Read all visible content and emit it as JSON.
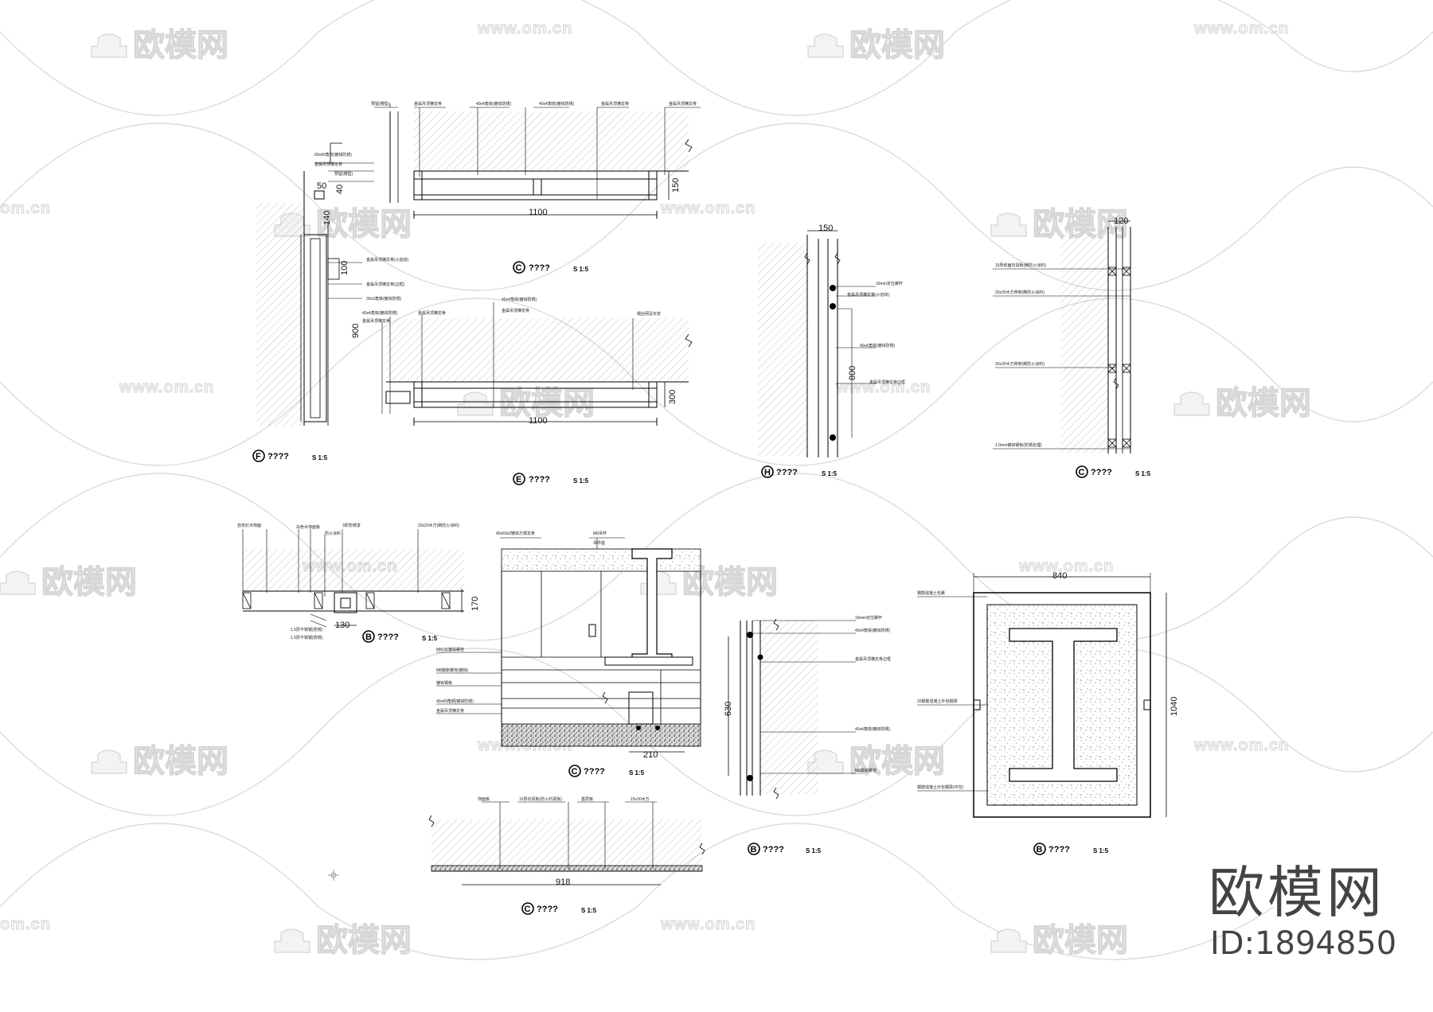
{
  "watermark": {
    "brand_cn": "欧模网",
    "url": "www.om.cn",
    "url_short": "om.cn"
  },
  "brand": {
    "name": "欧模网",
    "id_text": "ID:1894850"
  },
  "details": {
    "c_top": {
      "marker": "C",
      "caption": "????",
      "scale": "S 1:5",
      "dim_w": "1100",
      "dim_h": "150"
    },
    "f": {
      "marker": "F",
      "caption": "????",
      "scale": "S 1:5",
      "dim_h": "900",
      "dim_a": "50",
      "dim_b": "40",
      "dim_c": "140",
      "dim_d": "100"
    },
    "e": {
      "marker": "E",
      "caption": "????",
      "scale": "S 1:5",
      "dim_w": "1100",
      "dim_h": "300"
    },
    "h": {
      "marker": "H",
      "caption": "????",
      "scale": "S 1:5",
      "dim_w": "150",
      "dim_h": "800"
    },
    "c_right": {
      "marker": "C",
      "caption": "????",
      "scale": "S 1:5",
      "dim_w": "120"
    },
    "b_left": {
      "marker": "B",
      "caption": "????",
      "scale": "S 1:5",
      "dim_w": "130",
      "dim_h": "170"
    },
    "c_mid": {
      "marker": "C",
      "caption": "????",
      "scale": "S 1:5",
      "dim_w": "210"
    },
    "b_mid": {
      "marker": "B",
      "caption": "????",
      "scale": "S 1:5",
      "dim_h": "630"
    },
    "b_right": {
      "marker": "B",
      "caption": "????",
      "scale": "S 1:5",
      "dim_w": "840",
      "dim_h": "1040"
    },
    "c_bottom": {
      "marker": "C",
      "caption": "????",
      "scale": "S 1:5",
      "dim_w": "918"
    }
  }
}
